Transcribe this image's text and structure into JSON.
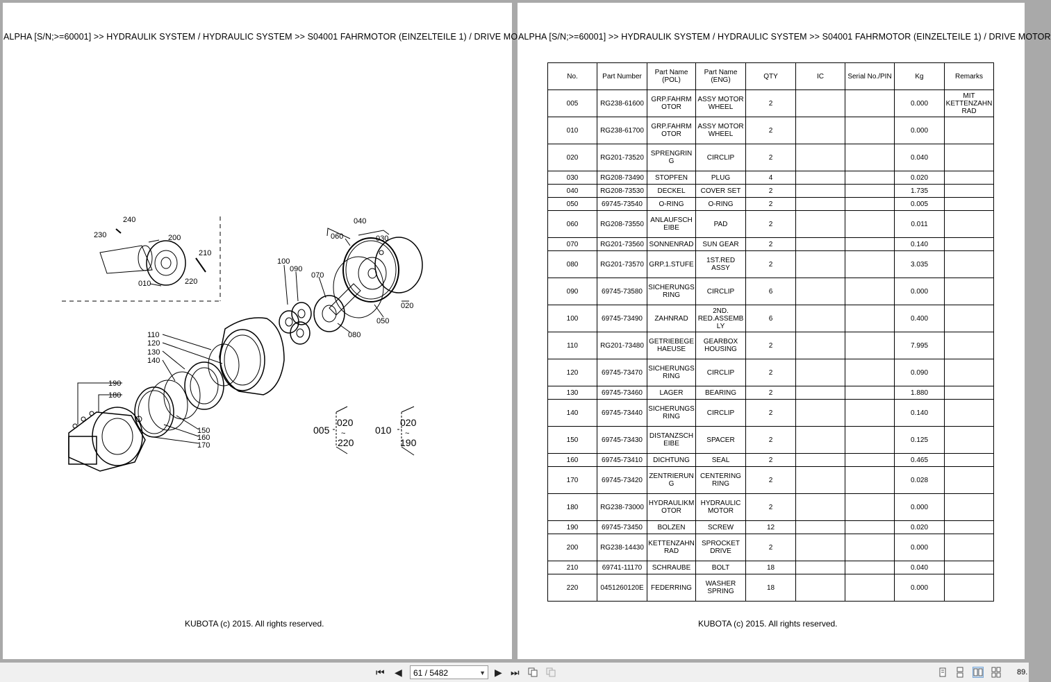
{
  "header_text": "ALPHA [S/N;>=60001] >> HYDRAULIK SYSTEM / HYDRAULIC SYSTEM >> S04001    FAHRMOTOR (EINZELTEILE 1) / DRIVE MOTOR",
  "footer_text": "KUBOTA (c) 2015. All rights reserved.",
  "diagram_labels": [
    "240",
    "230",
    "200",
    "210",
    "010",
    "220",
    "040",
    "060",
    "030",
    "100",
    "090",
    "070",
    "020",
    "050",
    "080",
    "110",
    "120",
    "130",
    "140",
    "190",
    "180",
    "150",
    "160",
    "170"
  ],
  "variant_a": {
    "prefix": "005",
    "top": "020",
    "tilde": "~",
    "bottom": "220"
  },
  "variant_b": {
    "prefix": "010",
    "top": "020",
    "tilde": "~",
    "bottom": "190"
  },
  "table": {
    "headers": [
      "No.",
      "Part Number",
      "Part Name\n(POL)",
      "Part Name\n(ENG)",
      "QTY",
      "IC",
      "Serial No./PIN",
      "Kg",
      "Remarks"
    ],
    "rows": [
      {
        "no": "005",
        "pn": "RG238-61600",
        "pol": "GRP.FAHRM\nOTOR",
        "eng": "ASSY MOTOR\nWHEEL",
        "qty": "2",
        "ic": "",
        "serial": "",
        "kg": "0.000",
        "remarks": "MIT\nKETTENZAHN\nRAD"
      },
      {
        "no": "010",
        "pn": "RG238-61700",
        "pol": "GRP.FAHRM\nOTOR",
        "eng": "ASSY MOTOR\nWHEEL",
        "qty": "2",
        "ic": "",
        "serial": "",
        "kg": "0.000",
        "remarks": ""
      },
      {
        "no": "020",
        "pn": "RG201-73520",
        "pol": "SPRENGRIN\nG",
        "eng": "CIRCLIP",
        "qty": "2",
        "ic": "",
        "serial": "",
        "kg": "0.040",
        "remarks": ""
      },
      {
        "no": "030",
        "pn": "RG208-73490",
        "pol": "STOPFEN",
        "eng": "PLUG",
        "qty": "4",
        "ic": "",
        "serial": "",
        "kg": "0.020",
        "remarks": ""
      },
      {
        "no": "040",
        "pn": "RG208-73530",
        "pol": "DECKEL",
        "eng": "COVER SET",
        "qty": "2",
        "ic": "",
        "serial": "",
        "kg": "1.735",
        "remarks": ""
      },
      {
        "no": "050",
        "pn": "69745-73540",
        "pol": "O-RING",
        "eng": "O-RING",
        "qty": "2",
        "ic": "",
        "serial": "",
        "kg": "0.005",
        "remarks": ""
      },
      {
        "no": "060",
        "pn": "RG208-73550",
        "pol": "ANLAUFSCH\nEIBE",
        "eng": "PAD",
        "qty": "2",
        "ic": "",
        "serial": "",
        "kg": "0.011",
        "remarks": ""
      },
      {
        "no": "070",
        "pn": "RG201-73560",
        "pol": "SONNENRAD",
        "eng": "SUN GEAR",
        "qty": "2",
        "ic": "",
        "serial": "",
        "kg": "0.140",
        "remarks": ""
      },
      {
        "no": "080",
        "pn": "RG201-73570",
        "pol": "GRP.1.STUFE",
        "eng": "1ST.RED\nASSY",
        "qty": "2",
        "ic": "",
        "serial": "",
        "kg": "3.035",
        "remarks": ""
      },
      {
        "no": "090",
        "pn": "69745-73580",
        "pol": "SICHERUNGS\nRING",
        "eng": "CIRCLIP",
        "qty": "6",
        "ic": "",
        "serial": "",
        "kg": "0.000",
        "remarks": ""
      },
      {
        "no": "100",
        "pn": "69745-73490",
        "pol": "ZAHNRAD",
        "eng": "2ND.\nRED.ASSEMB\nLY",
        "qty": "6",
        "ic": "",
        "serial": "",
        "kg": "0.400",
        "remarks": ""
      },
      {
        "no": "110",
        "pn": "RG201-73480",
        "pol": "GETRIEBEGE\nHAEUSE",
        "eng": "GEARBOX\nHOUSING",
        "qty": "2",
        "ic": "",
        "serial": "",
        "kg": "7.995",
        "remarks": ""
      },
      {
        "no": "120",
        "pn": "69745-73470",
        "pol": "SICHERUNGS\nRING",
        "eng": "CIRCLIP",
        "qty": "2",
        "ic": "",
        "serial": "",
        "kg": "0.090",
        "remarks": ""
      },
      {
        "no": "130",
        "pn": "69745-73460",
        "pol": "LAGER",
        "eng": "BEARING",
        "qty": "2",
        "ic": "",
        "serial": "",
        "kg": "1.880",
        "remarks": ""
      },
      {
        "no": "140",
        "pn": "69745-73440",
        "pol": "SICHERUNGS\nRING",
        "eng": "CIRCLIP",
        "qty": "2",
        "ic": "",
        "serial": "",
        "kg": "0.140",
        "remarks": ""
      },
      {
        "no": "150",
        "pn": "69745-73430",
        "pol": "DISTANZSCH\nEIBE",
        "eng": "SPACER",
        "qty": "2",
        "ic": "",
        "serial": "",
        "kg": "0.125",
        "remarks": ""
      },
      {
        "no": "160",
        "pn": "69745-73410",
        "pol": "DICHTUNG",
        "eng": "SEAL",
        "qty": "2",
        "ic": "",
        "serial": "",
        "kg": "0.465",
        "remarks": ""
      },
      {
        "no": "170",
        "pn": "69745-73420",
        "pol": "ZENTRIERUN\nG",
        "eng": "CENTERING\nRING",
        "qty": "2",
        "ic": "",
        "serial": "",
        "kg": "0.028",
        "remarks": ""
      },
      {
        "no": "180",
        "pn": "RG238-73000",
        "pol": "HYDRAULIKM\nOTOR",
        "eng": "HYDRAULIC\nMOTOR",
        "qty": "2",
        "ic": "",
        "serial": "",
        "kg": "0.000",
        "remarks": ""
      },
      {
        "no": "190",
        "pn": "69745-73450",
        "pol": "BOLZEN",
        "eng": "SCREW",
        "qty": "12",
        "ic": "",
        "serial": "",
        "kg": "0.020",
        "remarks": ""
      },
      {
        "no": "200",
        "pn": "RG238-14430",
        "pol": "KETTENZAHN\nRAD",
        "eng": "SPROCKET\nDRIVE",
        "qty": "2",
        "ic": "",
        "serial": "",
        "kg": "0.000",
        "remarks": ""
      },
      {
        "no": "210",
        "pn": "69741-11170",
        "pol": "SCHRAUBE",
        "eng": "BOLT",
        "qty": "18",
        "ic": "",
        "serial": "",
        "kg": "0.040",
        "remarks": ""
      },
      {
        "no": "220",
        "pn": "0451260120E",
        "pol": "FEDERRING",
        "eng": "WASHER\nSPRING",
        "qty": "18",
        "ic": "",
        "serial": "",
        "kg": "0.000",
        "remarks": ""
      }
    ]
  },
  "toolbar": {
    "page_field": "61 / 5482",
    "zoom": "89."
  }
}
